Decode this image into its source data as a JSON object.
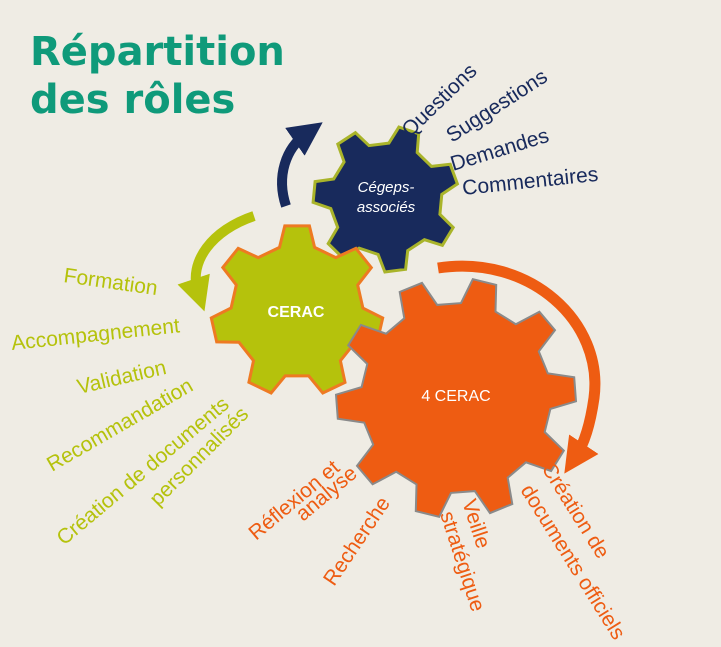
{
  "title_line1": "Répartition",
  "title_line2": "des rôles",
  "gears": {
    "cegeps": {
      "line1": "Cégeps-",
      "line2": "associés"
    },
    "cerac": {
      "label": "CERAC"
    },
    "four_cerac": {
      "label": "4 CERAC"
    }
  },
  "lists": {
    "cegeps": [
      "Questions",
      "Suggestions",
      "Demandes",
      "Commentaires"
    ],
    "cerac": [
      "Formation",
      "Accompagnement",
      "Validation",
      "Recommandation",
      "Création de documents",
      "personnalisés"
    ],
    "four_cerac": [
      "Réflexion et",
      "analyse",
      "Recherche",
      "Veille",
      "stratégique",
      "Création de",
      "documents officiels"
    ]
  },
  "colors": {
    "title": "#0f9a7a",
    "navy": "#182a5c",
    "green": "#b5c20c",
    "orange": "#ee5c12",
    "gear_stroke_navy": "#a9b42a",
    "gear_stroke_green": "#ee7a22",
    "gear_stroke_orange": "#8a8a8a"
  }
}
